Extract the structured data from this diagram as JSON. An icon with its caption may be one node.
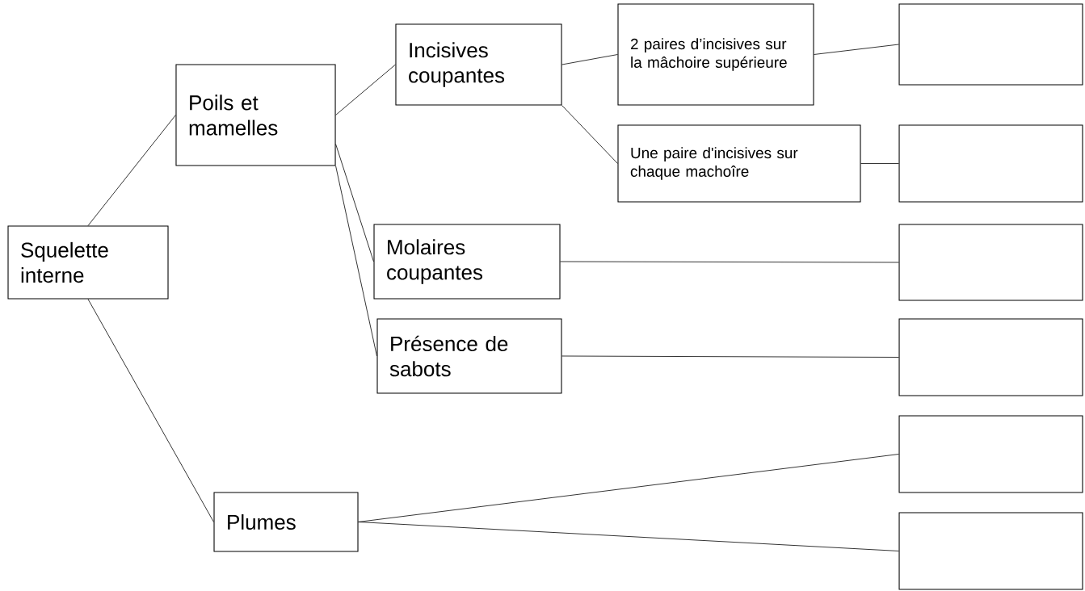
{
  "diagram": {
    "nodes": [
      {
        "text": [
          "Squelette interne"
        ]
      },
      {
        "text": [
          "Poils et mamelles"
        ]
      },
      {
        "text": [
          "Incisives coupantes"
        ]
      },
      {
        "text": [
          "2 paires d’incisives sur la mâchoire supérieure"
        ]
      },
      {
        "text": [
          "Une paire d'incisives sur chaque machoîre"
        ]
      },
      {
        "text": [
          "Molaires coupantes"
        ]
      },
      {
        "text": [
          "Présence de sabots"
        ]
      },
      {
        "text": [
          "Plumes"
        ]
      },
      {
        "text": [],
        "shape": "box"
      },
      {
        "text": [],
        "shape": "box"
      },
      {
        "text": [],
        "shape": "box"
      },
      {
        "text": [],
        "shape": "box"
      },
      {
        "text": [],
        "shape": "box"
      },
      {
        "text": [],
        "shape": "box"
      }
    ],
    "edges": [
      {
        "from": 0,
        "to": 1,
        "arrow": "none"
      },
      {
        "from": 0,
        "to": 7,
        "arrow": "none"
      },
      {
        "from": 1,
        "to": 2,
        "arrow": "none"
      },
      {
        "from": 1,
        "to": 5,
        "arrow": "none"
      },
      {
        "from": 1,
        "to": 6,
        "arrow": "none"
      },
      {
        "from": 2,
        "to": 3,
        "arrow": "none"
      },
      {
        "from": 2,
        "to": 4,
        "arrow": "none"
      },
      {
        "from": 3,
        "to": 8,
        "arrow": "none"
      },
      {
        "from": 4,
        "to": 9,
        "arrow": "none"
      },
      {
        "from": 5,
        "to": 10,
        "arrow": "none"
      },
      {
        "from": 6,
        "to": 11,
        "arrow": "none"
      },
      {
        "from": 7,
        "to": 12,
        "arrow": "none"
      },
      {
        "from": 7,
        "to": 13,
        "arrow": "none"
      }
    ]
  }
}
